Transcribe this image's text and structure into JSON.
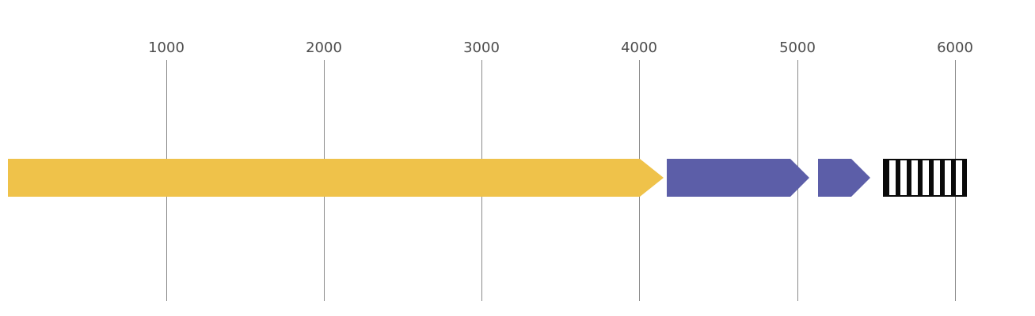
{
  "chart_data": {
    "type": "linear-feature-map",
    "title": "",
    "xlabel": "",
    "ylabel": "",
    "grid": true,
    "axis": {
      "orientation": "horizontal",
      "tick_position": "top",
      "ticks": [
        "1000",
        "2000",
        "3000",
        "4000",
        "5000",
        "6000"
      ],
      "range": [
        0,
        6500
      ]
    },
    "features": [
      {
        "label": "",
        "start": 0,
        "end": 4150,
        "strand": "forward",
        "shape": "arrow",
        "color": "#efc24a"
      },
      {
        "label": "",
        "start": 4170,
        "end": 5070,
        "strand": "forward",
        "shape": "arrow",
        "color": "#5c5ea8"
      },
      {
        "label": "",
        "start": 5130,
        "end": 5460,
        "strand": "forward",
        "shape": "arrow",
        "color": "#5c5ea8"
      },
      {
        "label": "",
        "start": 5540,
        "end": 6070,
        "strand": "none",
        "shape": "box",
        "color": "hatched-black-white"
      }
    ],
    "colors": {
      "feature_yellow": "#efc24a",
      "feature_purple": "#5c5ea8",
      "gridline": "#8a8a8a",
      "tick_text": "#4d4d4d",
      "background": "#ffffff"
    },
    "legend_position": "none"
  }
}
